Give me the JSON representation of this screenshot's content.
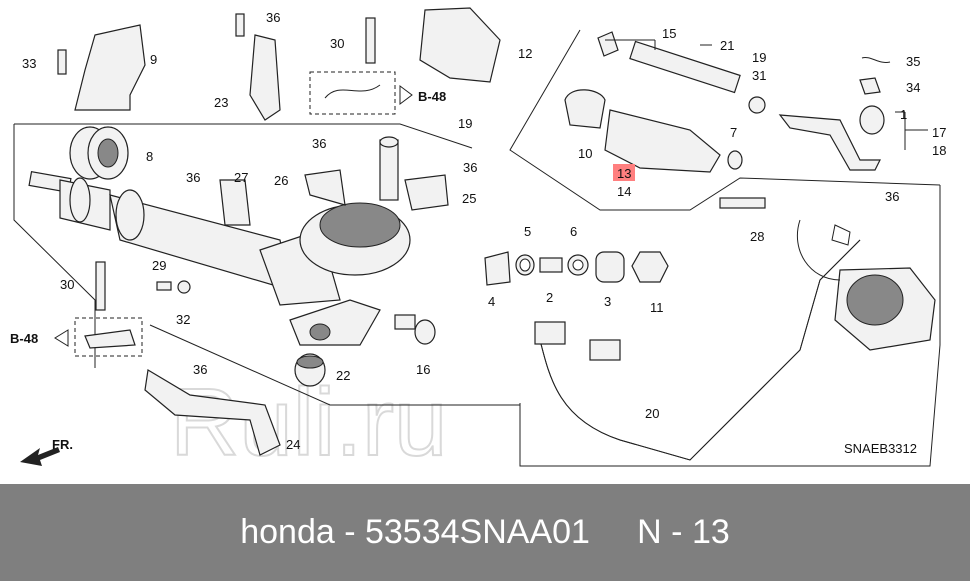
{
  "callouts": {
    "c33": "33",
    "c9": "9",
    "c36a": "36",
    "c30a": "30",
    "c12": "12",
    "c15": "15",
    "c21": "21",
    "c19": "19",
    "c31": "31",
    "c35": "35",
    "c34": "34",
    "c1": "1",
    "c17": "17",
    "c18": "18",
    "c23": "23",
    "c8": "8",
    "c36b": "36",
    "c19b": "19",
    "c10": "10",
    "c7": "7",
    "c13": "13",
    "c14": "14",
    "c36c": "36",
    "c36d": "36",
    "c26": "26",
    "c27": "27",
    "c25": "25",
    "c28": "28",
    "c5": "5",
    "c6": "6",
    "c29": "29",
    "c30b": "30",
    "c4": "4",
    "c2": "2",
    "c3": "3",
    "c11": "11",
    "c32": "32",
    "c16": "16",
    "c22": "22",
    "c36e": "36",
    "c20": "20",
    "c24": "24",
    "c36f": "36"
  },
  "refs": {
    "b48_top": "B-48",
    "b48_left": "B-48"
  },
  "highlight_color": "#ff7f7f",
  "direction_label": "FR.",
  "diagram_code": "SNAEB3312",
  "watermark": "Ruli.ru",
  "footer": {
    "brand": "honda",
    "sep1": " - ",
    "part_number": "53534SNAA01",
    "gap": "     ",
    "ref": "N - 13"
  }
}
